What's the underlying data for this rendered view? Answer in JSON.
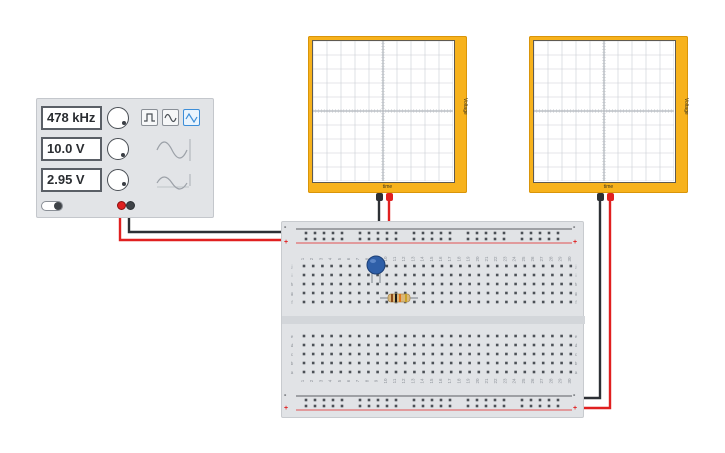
{
  "function_generator": {
    "frequency": "478 kHz",
    "amplitude": "10.0 V",
    "dc_offset": "2.95 V",
    "active_waveform": "triangle",
    "waveforms": [
      "square",
      "sine",
      "triangle"
    ],
    "power": "on",
    "colors": {
      "body": "#e2e4e7",
      "active": "#3d8ed8",
      "lead_red": "#e02020",
      "lead_black": "#2d3035"
    }
  },
  "oscilloscopes": [
    {
      "x_label": "time",
      "y_label": "Voltage"
    },
    {
      "x_label": "time",
      "y_label": "Voltage"
    }
  ],
  "breadboard": {
    "columns": [
      "1",
      "2",
      "3",
      "4",
      "5",
      "6",
      "7",
      "8",
      "9",
      "10",
      "11",
      "12",
      "13",
      "14",
      "15",
      "16",
      "17",
      "18",
      "19",
      "20",
      "21",
      "22",
      "23",
      "24",
      "25",
      "26",
      "27",
      "28",
      "29",
      "30"
    ],
    "rows_top": [
      "j",
      "i",
      "h",
      "g",
      "f"
    ],
    "rows_bottom": [
      "e",
      "d",
      "c",
      "b",
      "a"
    ],
    "rail_neg": "-",
    "rail_pos": "+"
  },
  "colors": {
    "scope": "#f7b21c",
    "grid": "#c9cdd3",
    "wire_red": "#e02020",
    "wire_black": "#2d3035",
    "capacitor": "#2f5fa8"
  }
}
